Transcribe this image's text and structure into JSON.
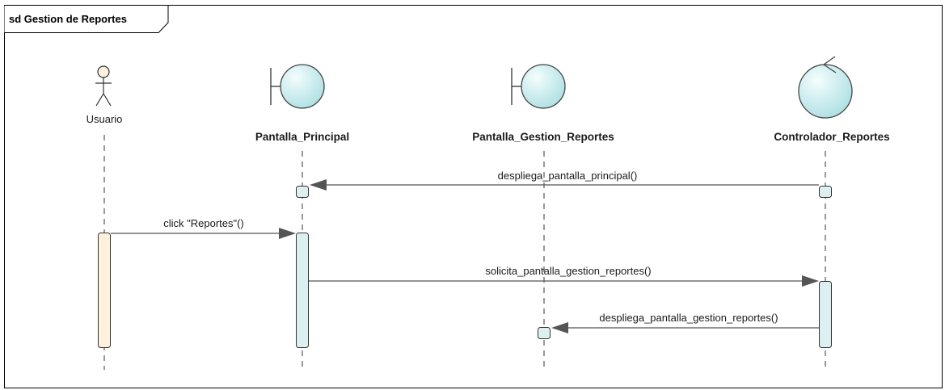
{
  "frame": {
    "title": "sd Gestion de Reportes"
  },
  "lifelines": [
    {
      "id": "usuario",
      "kind": "actor",
      "name": "Usuario"
    },
    {
      "id": "pantalla_principal",
      "kind": "boundary",
      "name": "Pantalla_Principal"
    },
    {
      "id": "pantalla_gestion",
      "kind": "boundary",
      "name": "Pantalla_Gestion_Reportes"
    },
    {
      "id": "controlador",
      "kind": "control",
      "name": "Controlador_Reportes"
    }
  ],
  "messages": [
    {
      "label": "despliega_pantalla_principal()",
      "from": "controlador",
      "to": "pantalla_principal"
    },
    {
      "label": "click \"Reportes\"()",
      "from": "usuario",
      "to": "pantalla_principal"
    },
    {
      "label": "solicita_pantalla_gestion_reportes()",
      "from": "pantalla_principal",
      "to": "controlador"
    },
    {
      "label": "despliega_pantalla_gestion_reportes()",
      "from": "controlador",
      "to": "pantalla_gestion"
    }
  ],
  "colors": {
    "frame_border": "#000000",
    "lifeline": "#333333",
    "object_fill_light": "#eefbfb",
    "object_fill_dark": "#b9e6e8",
    "object_stroke": "#444444",
    "activation_fill": "#dcf0f2",
    "actor_activation_fill": "#fdf0dc",
    "actor_fill": "#fdf0dc",
    "arrow": "#555555"
  }
}
